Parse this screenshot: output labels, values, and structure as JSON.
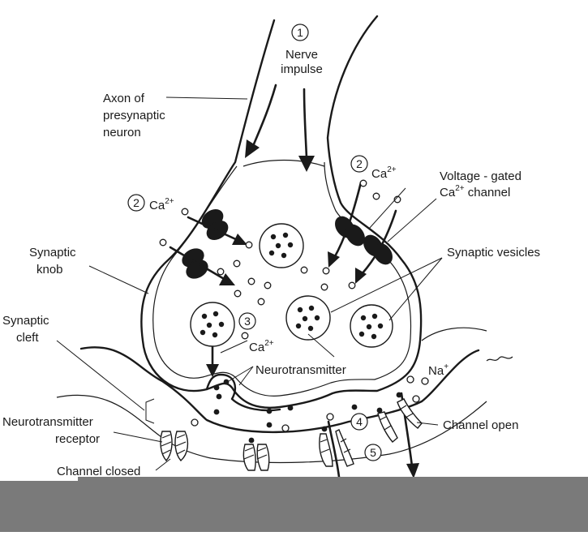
{
  "labels": {
    "step1_number": "1",
    "nerve_impulse_line1": "Nerve",
    "nerve_impulse_line2": "impulse",
    "axon_line1": "Axon of",
    "axon_line2": "presynaptic",
    "axon_line3": "neuron",
    "step2_number": "2",
    "ca_base": "Ca",
    "ca_charge": "2+",
    "voltage_line1": "Voltage - gated",
    "voltage_line2_base": "Ca",
    "voltage_line2_sup": "2+",
    "voltage_line2_rest": " channel",
    "synaptic_knob_line1": "Synaptic",
    "synaptic_knob_line2": "knob",
    "synaptic_vesicles": "Synaptic vesicles",
    "synaptic_cleft_line1": "Synaptic",
    "synaptic_cleft_line2": "cleft",
    "step3_number": "3",
    "neurotransmitter": "Neurotransmitter",
    "na_base": "Na",
    "na_sup": "+",
    "step4_number": "4",
    "step5_number": "5",
    "channel_open": "Channel open",
    "receptor_line1": "Neurotransmitter",
    "receptor_line2": "receptor",
    "channel_closed": "Channel closed"
  },
  "colors": {
    "ink": "#1a1a1a",
    "background": "#ffffff",
    "footer_band": "#7a7a7a"
  }
}
